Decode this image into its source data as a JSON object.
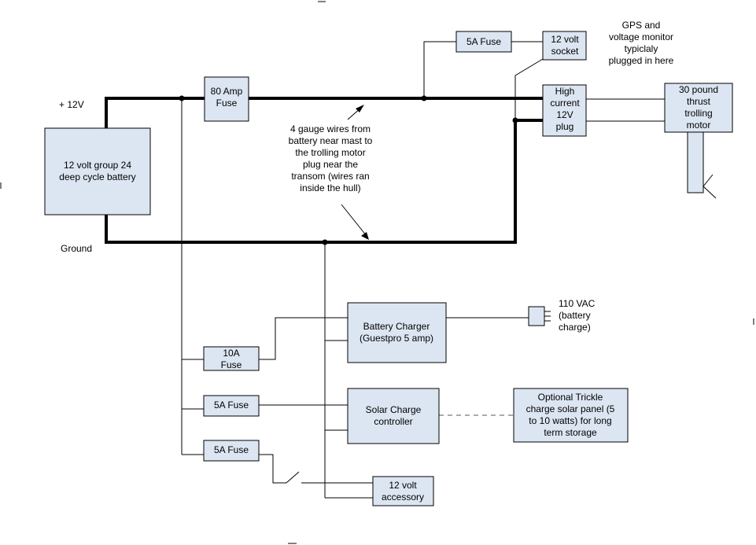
{
  "labels": {
    "battery": [
      "12 volt group 24",
      "deep cycle battery"
    ],
    "fuse80": [
      "80 Amp",
      "Fuse"
    ],
    "fuse5a_top": [
      "5A Fuse"
    ],
    "socket": [
      "12 volt",
      "socket"
    ],
    "gps_note": [
      "GPS and",
      "voltage monitor",
      "typiclaly",
      "plugged in here"
    ],
    "plug": [
      "High",
      "current",
      "12V",
      "plug"
    ],
    "motor": [
      "30 pound",
      "thrust",
      "trolling",
      "motor"
    ],
    "wire_note": [
      "4 gauge wires from",
      "battery near mast to",
      "the trolling motor",
      "plug near the",
      "transom (wires ran",
      "inside the hull)"
    ],
    "plus12v": [
      "+ 12V"
    ],
    "ground": [
      "Ground"
    ],
    "charger": [
      "Battery Charger",
      "(Guestpro 5 amp)"
    ],
    "vac": [
      "110 VAC",
      "(battery",
      "charge)"
    ],
    "fuse10a": [
      "10A",
      "Fuse"
    ],
    "fuse5a_solar": [
      "5A Fuse"
    ],
    "solar_ctrl": [
      "Solar Charge",
      "controller"
    ],
    "solar_panel": [
      "Optional Trickle",
      "charge solar panel (5",
      "to 10 watts) for long",
      "term storage"
    ],
    "fuse5a_acc": [
      "5A Fuse"
    ],
    "accessory": [
      "12 volt",
      "accessory"
    ]
  },
  "colors": {
    "box_fill": "#dce6f2",
    "line": "#000000"
  }
}
